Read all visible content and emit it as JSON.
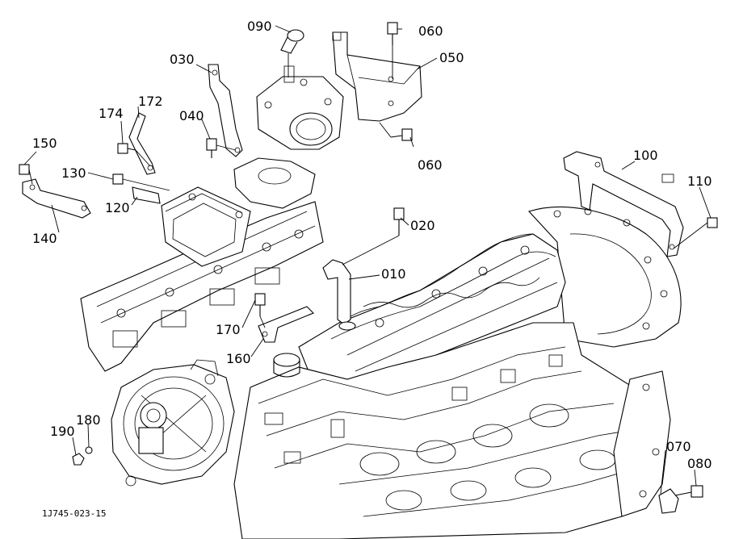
{
  "diagram": {
    "type": "exploded-parts-view",
    "figure_code": "1J745-023-15",
    "parts": [
      {
        "id": "p010",
        "number": "010"
      },
      {
        "id": "p020",
        "number": "020"
      },
      {
        "id": "p030",
        "number": "030"
      },
      {
        "id": "p040",
        "number": "040"
      },
      {
        "id": "p050",
        "number": "050"
      },
      {
        "id": "p060a",
        "number": "060"
      },
      {
        "id": "p060b",
        "number": "060"
      },
      {
        "id": "p070",
        "number": "070"
      },
      {
        "id": "p080",
        "number": "080"
      },
      {
        "id": "p090",
        "number": "090"
      },
      {
        "id": "p100",
        "number": "100"
      },
      {
        "id": "p110",
        "number": "110"
      },
      {
        "id": "p120",
        "number": "120"
      },
      {
        "id": "p130",
        "number": "130"
      },
      {
        "id": "p140",
        "number": "140"
      },
      {
        "id": "p150",
        "number": "150"
      },
      {
        "id": "p160",
        "number": "160"
      },
      {
        "id": "p170",
        "number": "170"
      },
      {
        "id": "p172",
        "number": "172"
      },
      {
        "id": "p174",
        "number": "174"
      },
      {
        "id": "p180",
        "number": "180"
      },
      {
        "id": "p190",
        "number": "190"
      }
    ]
  }
}
